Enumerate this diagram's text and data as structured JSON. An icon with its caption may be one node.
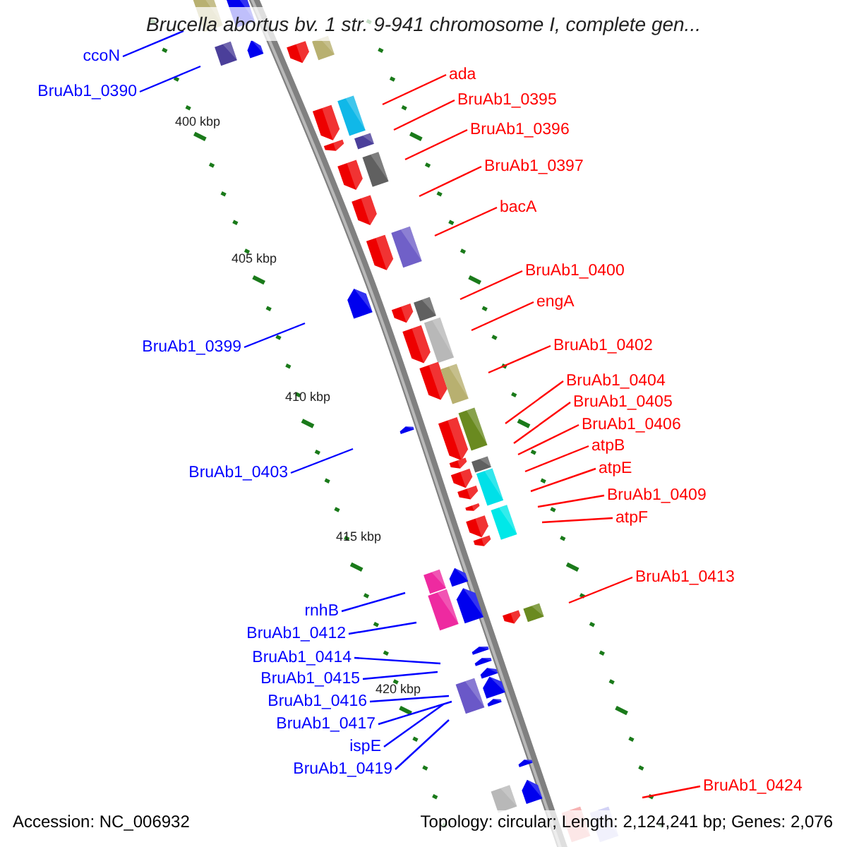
{
  "diagram": {
    "title": "Brucella abortus bv. 1 str. 9-941 chromosome I, complete gen...",
    "nodes": [
      {
        "text": [
          "ccoN"
        ]
      },
      {
        "text": [
          "BruAb1_0390"
        ]
      },
      {
        "text": [
          "ada"
        ]
      },
      {
        "text": [
          "BruAb1_0395"
        ]
      },
      {
        "text": [
          "BruAb1_0396"
        ]
      },
      {
        "text": [
          "BruAb1_0397"
        ]
      },
      {
        "text": [
          "bacA"
        ]
      },
      {
        "text": [
          "BruAb1_0400"
        ]
      },
      {
        "text": [
          "engA"
        ]
      },
      {
        "text": [
          "BruAb1_0399"
        ]
      },
      {
        "text": [
          "BruAb1_0402"
        ]
      },
      {
        "text": [
          "BruAb1_0404"
        ]
      },
      {
        "text": [
          "BruAb1_0405"
        ]
      },
      {
        "text": [
          "BruAb1_0406"
        ]
      },
      {
        "text": [
          "atpB"
        ]
      },
      {
        "text": [
          "atpE"
        ]
      },
      {
        "text": [
          "BruAb1_0403"
        ]
      },
      {
        "text": [
          "BruAb1_0409"
        ]
      },
      {
        "text": [
          "atpF"
        ]
      },
      {
        "text": [
          "BruAb1_0413"
        ]
      },
      {
        "text": [
          "rnhB"
        ]
      },
      {
        "text": [
          "BruAb1_0412"
        ]
      },
      {
        "text": [
          "BruAb1_0414"
        ]
      },
      {
        "text": [
          "BruAb1_0415"
        ]
      },
      {
        "text": [
          "BruAb1_0416"
        ]
      },
      {
        "text": [
          "BruAb1_0417"
        ]
      },
      {
        "text": [
          "ispE"
        ]
      },
      {
        "text": [
          "BruAb1_0419"
        ]
      },
      {
        "text": [
          "BruAb1_0424"
        ]
      }
    ],
    "edges": [
      {
        "from": 0,
        "to": null,
        "arrow": "none",
        "color": "#0000ff"
      },
      {
        "from": 1,
        "to": null,
        "arrow": "none",
        "color": "#0000ff"
      },
      {
        "from": 2,
        "to": null,
        "arrow": "none"
      },
      {
        "from": 3,
        "to": null,
        "arrow": "none"
      },
      {
        "from": 4,
        "to": null,
        "arrow": "none"
      },
      {
        "from": 5,
        "to": null,
        "arrow": "none"
      },
      {
        "from": 6,
        "to": null,
        "arrow": "none"
      },
      {
        "from": 7,
        "to": null,
        "arrow": "none"
      },
      {
        "from": 8,
        "to": null,
        "arrow": "none"
      },
      {
        "from": 9,
        "to": null,
        "arrow": "none",
        "color": "#0000ff"
      },
      {
        "from": 10,
        "to": null,
        "arrow": "none"
      },
      {
        "from": 11,
        "to": null,
        "arrow": "none"
      },
      {
        "from": 12,
        "to": null,
        "arrow": "none"
      },
      {
        "from": 13,
        "to": null,
        "arrow": "none"
      },
      {
        "from": 14,
        "to": null,
        "arrow": "none"
      },
      {
        "from": 15,
        "to": null,
        "arrow": "none"
      },
      {
        "from": 16,
        "to": null,
        "arrow": "none",
        "color": "#0000ff"
      },
      {
        "from": 17,
        "to": null,
        "arrow": "none"
      },
      {
        "from": 18,
        "to": null,
        "arrow": "none"
      },
      {
        "from": 19,
        "to": null,
        "arrow": "none"
      },
      {
        "from": 20,
        "to": null,
        "arrow": "none",
        "color": "#0000ff"
      },
      {
        "from": 21,
        "to": null,
        "arrow": "none",
        "color": "#0000ff"
      },
      {
        "from": 22,
        "to": null,
        "arrow": "none",
        "color": "#0000ff"
      },
      {
        "from": 23,
        "to": null,
        "arrow": "none",
        "color": "#0000ff"
      },
      {
        "from": 24,
        "to": null,
        "arrow": "none",
        "color": "#0000ff"
      },
      {
        "from": 25,
        "to": null,
        "arrow": "none",
        "color": "#0000ff"
      },
      {
        "from": 26,
        "to": null,
        "arrow": "none",
        "color": "#0000ff"
      },
      {
        "from": 27,
        "to": null,
        "arrow": "none",
        "color": "#0000ff"
      },
      {
        "from": 28,
        "to": null,
        "arrow": "none"
      }
    ],
    "labels": [
      "400 kbp",
      "405 kbp",
      "410 kbp",
      "415 kbp",
      "420 kbp",
      "Accession: NC_006932",
      "Topology: circular; Length: 2,124,241 bp; Genes: 2,076"
    ]
  }
}
